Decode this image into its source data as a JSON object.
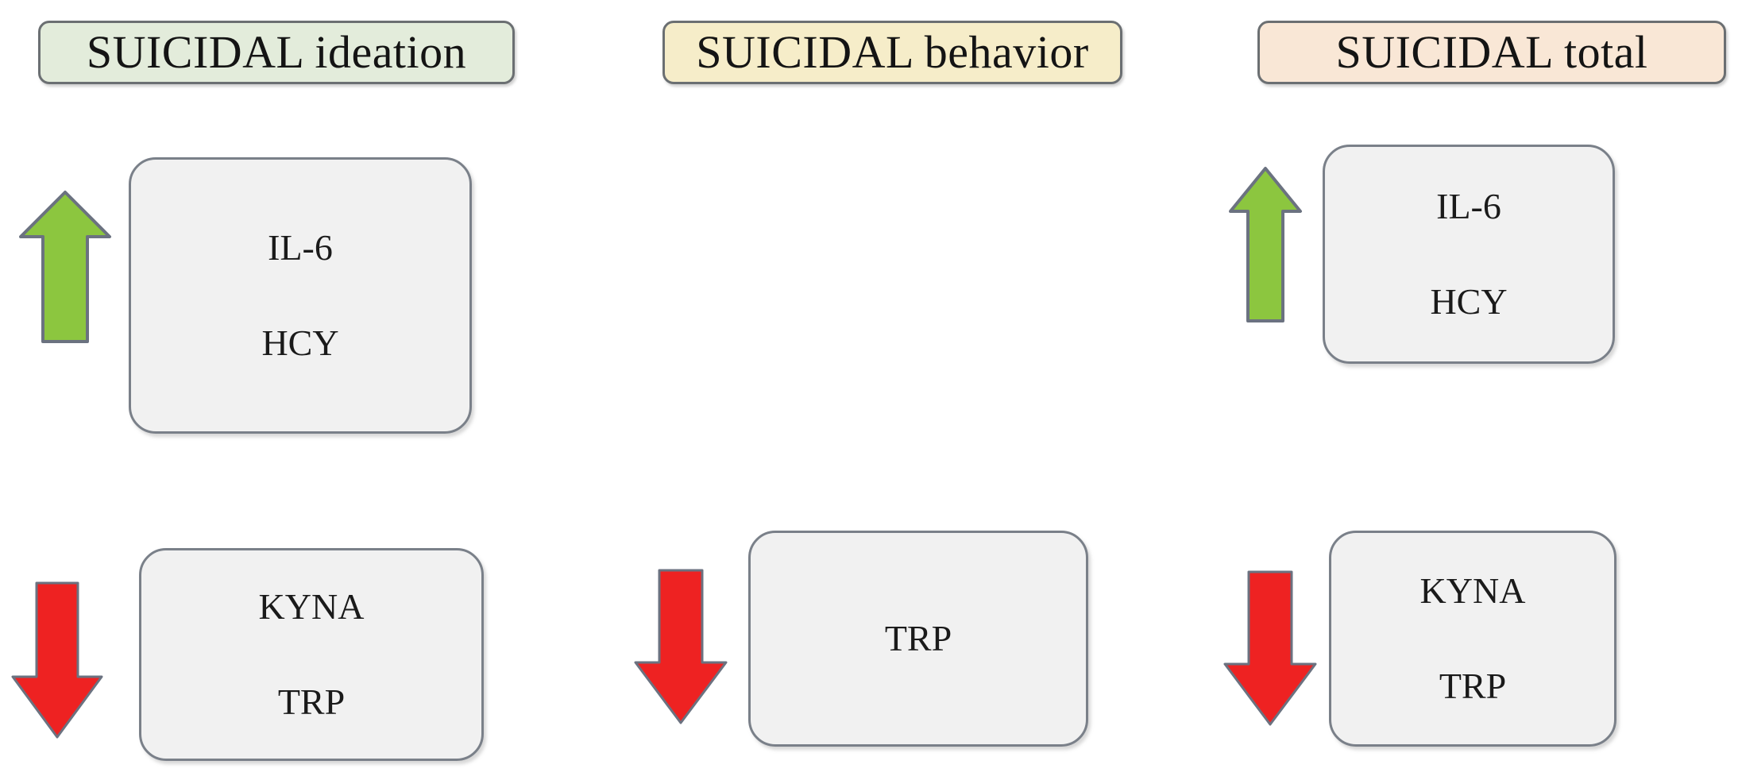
{
  "figure": {
    "type": "diagram",
    "description": "Three-column diagram of biomarker changes associated with suicidal ideation, suicidal behavior and suicidal total",
    "background_color": "#ffffff"
  },
  "columns": [
    {
      "id": "ideation",
      "header": {
        "label": "SUICIDAL ideation",
        "fill_color": "#e3ecdb",
        "border_color": "#6b6f72"
      },
      "increased": {
        "arrow": {
          "direction": "up",
          "icon": "up-arrow-icon",
          "color": "#8cc63f",
          "outline_color": "#6b7280"
        },
        "markers": [
          "IL-6",
          "HCY"
        ]
      },
      "decreased": {
        "arrow": {
          "direction": "down",
          "icon": "down-arrow-icon",
          "color": "#ee2222",
          "outline_color": "#6b7280"
        },
        "markers": [
          "KYNA",
          "TRP"
        ]
      }
    },
    {
      "id": "behavior",
      "header": {
        "label": "SUICIDAL behavior",
        "fill_color": "#f6edc9",
        "border_color": "#6b6f72"
      },
      "increased": null,
      "decreased": {
        "arrow": {
          "direction": "down",
          "icon": "down-arrow-icon",
          "color": "#ee2222",
          "outline_color": "#6b7280"
        },
        "markers": [
          "TRP"
        ]
      }
    },
    {
      "id": "total",
      "header": {
        "label": "SUICIDAL total",
        "fill_color": "#f9e7d6",
        "border_color": "#6b6f72"
      },
      "increased": {
        "arrow": {
          "direction": "up",
          "icon": "up-arrow-icon",
          "color": "#8cc63f",
          "outline_color": "#6b7280"
        },
        "markers": [
          "IL-6",
          "HCY"
        ]
      },
      "decreased": {
        "arrow": {
          "direction": "down",
          "icon": "down-arrow-icon",
          "color": "#ee2222",
          "outline_color": "#6b7280"
        },
        "markers": [
          "KYNA",
          "TRP"
        ]
      }
    }
  ],
  "box_style": {
    "fill_color": "#f1f1f1",
    "border_color": "#7a8089"
  }
}
